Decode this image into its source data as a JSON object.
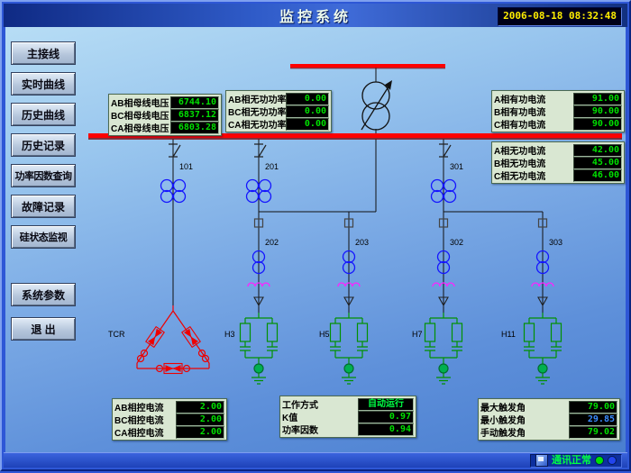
{
  "window": {
    "title": "监控系统",
    "datetime": "2006-08-18 08:32:48"
  },
  "sidebar": {
    "buttons": [
      "主接线",
      "实时曲线",
      "历史曲线",
      "历史记录",
      "功率因数查询",
      "故障记录",
      "硅状态监视",
      "系统参数",
      "退 出"
    ]
  },
  "panels": {
    "bus_voltage": {
      "rows": [
        {
          "label": "AB相母线电压",
          "value": "6744.10"
        },
        {
          "label": "BC相母线电压",
          "value": "6837.12"
        },
        {
          "label": "CA相母线电压",
          "value": "6803.28"
        }
      ]
    },
    "reactive_power": {
      "rows": [
        {
          "label": "AB相无功功率",
          "value": "0.00"
        },
        {
          "label": "BC相无功功率",
          "value": "0.00"
        },
        {
          "label": "CA相无功功率",
          "value": "0.00"
        }
      ]
    },
    "active_current": {
      "rows": [
        {
          "label": "A相有功电流",
          "value": "91.00"
        },
        {
          "label": "B相有功电流",
          "value": "90.00"
        },
        {
          "label": "C相有功电流",
          "value": "90.00"
        }
      ]
    },
    "reactive_current": {
      "rows": [
        {
          "label": "A相无功电流",
          "value": "42.00"
        },
        {
          "label": "B相无功电流",
          "value": "45.00"
        },
        {
          "label": "C相无功电流",
          "value": "46.00"
        }
      ]
    },
    "control_current": {
      "rows": [
        {
          "label": "AB相控电流",
          "value": "2.00"
        },
        {
          "label": "BC相控电流",
          "value": "2.00"
        },
        {
          "label": "CA相控电流",
          "value": "2.00"
        }
      ]
    },
    "operation": {
      "rows": [
        {
          "label": "工作方式",
          "value": "自动运行"
        },
        {
          "label": "K值",
          "value": "0.97"
        },
        {
          "label": "功率因数",
          "value": "0.94"
        }
      ]
    },
    "firing_angle": {
      "rows": [
        {
          "label": "最大触发角",
          "value": "79.00"
        },
        {
          "label": "最小触发角",
          "value": "29.85"
        },
        {
          "label": "手动触发角",
          "value": "79.02"
        }
      ]
    }
  },
  "diagram": {
    "labels": {
      "feeder_101": "101",
      "feeder_201": "201",
      "feeder_202": "202",
      "feeder_203": "203",
      "feeder_301": "301",
      "feeder_302": "302",
      "feeder_303": "303",
      "tcr": "TCR",
      "h3": "H3",
      "h5": "H5",
      "h7": "H7",
      "h11": "H11"
    }
  },
  "statusbar": {
    "comm": "通讯正常"
  },
  "colors": {
    "bus": "#ff0000",
    "tcr": "#ee0000",
    "filter": "#009100",
    "ct": "#1515ff",
    "reactor": "#ff22ff",
    "value_green": "#00e000",
    "value_blue": "#3a8cff",
    "time_yellow": "#ffee00"
  }
}
